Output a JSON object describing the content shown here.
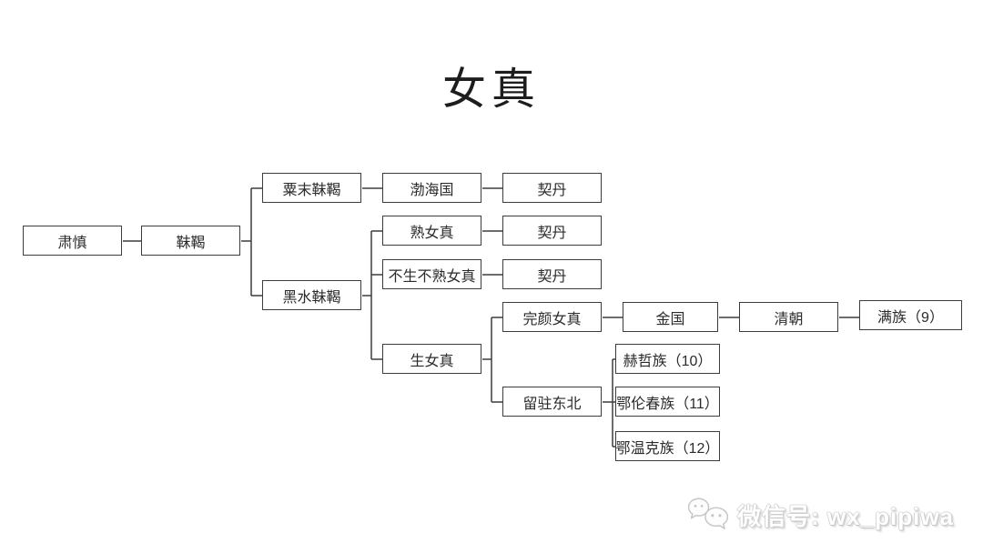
{
  "title": "女真",
  "diagram": {
    "nodes": [
      {
        "id": "sushen",
        "label": "肃慎"
      },
      {
        "id": "mohe",
        "label": "靺鞨"
      },
      {
        "id": "sumo-mohe",
        "label": "粟末靺鞨"
      },
      {
        "id": "bohai-guo",
        "label": "渤海国"
      },
      {
        "id": "qidan-1",
        "label": "契丹"
      },
      {
        "id": "shu-nvzhen",
        "label": "熟女真"
      },
      {
        "id": "qidan-2",
        "label": "契丹"
      },
      {
        "id": "busheng-bushu-nvzhen",
        "label": "不生不熟女真"
      },
      {
        "id": "qidan-3",
        "label": "契丹"
      },
      {
        "id": "heishui-mohe",
        "label": "黑水靺鞨"
      },
      {
        "id": "sheng-nvzhen",
        "label": "生女真"
      },
      {
        "id": "wanyan-nvzhen",
        "label": "完颜女真"
      },
      {
        "id": "jin-guo",
        "label": "金国"
      },
      {
        "id": "qing-chao",
        "label": "清朝"
      },
      {
        "id": "man-zu",
        "label": "满族（9）"
      },
      {
        "id": "liuzhu-dongbei",
        "label": "留驻东北"
      },
      {
        "id": "hezhe-zu",
        "label": "赫哲族（10）"
      },
      {
        "id": "elunchun-zu",
        "label": "鄂伦春族（11）"
      },
      {
        "id": "ewenke-zu",
        "label": "鄂温克族（12）"
      }
    ],
    "edges": [
      {
        "from": "sushen",
        "to": "mohe"
      },
      {
        "from": "mohe",
        "to": "sumo-mohe"
      },
      {
        "from": "mohe",
        "to": "heishui-mohe"
      },
      {
        "from": "sumo-mohe",
        "to": "bohai-guo"
      },
      {
        "from": "bohai-guo",
        "to": "qidan-1"
      },
      {
        "from": "heishui-mohe",
        "to": "shu-nvzhen"
      },
      {
        "from": "heishui-mohe",
        "to": "busheng-bushu-nvzhen"
      },
      {
        "from": "heishui-mohe",
        "to": "sheng-nvzhen"
      },
      {
        "from": "shu-nvzhen",
        "to": "qidan-2"
      },
      {
        "from": "busheng-bushu-nvzhen",
        "to": "qidan-3"
      },
      {
        "from": "sheng-nvzhen",
        "to": "wanyan-nvzhen"
      },
      {
        "from": "sheng-nvzhen",
        "to": "liuzhu-dongbei"
      },
      {
        "from": "wanyan-nvzhen",
        "to": "jin-guo"
      },
      {
        "from": "jin-guo",
        "to": "qing-chao"
      },
      {
        "from": "qing-chao",
        "to": "man-zu"
      },
      {
        "from": "liuzhu-dongbei",
        "to": "hezhe-zu"
      },
      {
        "from": "liuzhu-dongbei",
        "to": "elunchun-zu"
      },
      {
        "from": "liuzhu-dongbei",
        "to": "ewenke-zu"
      }
    ],
    "line_color": "#3d3d3d"
  },
  "watermark": {
    "icon": "wechat-icon",
    "text": "微信号: wx_pipiwa"
  }
}
